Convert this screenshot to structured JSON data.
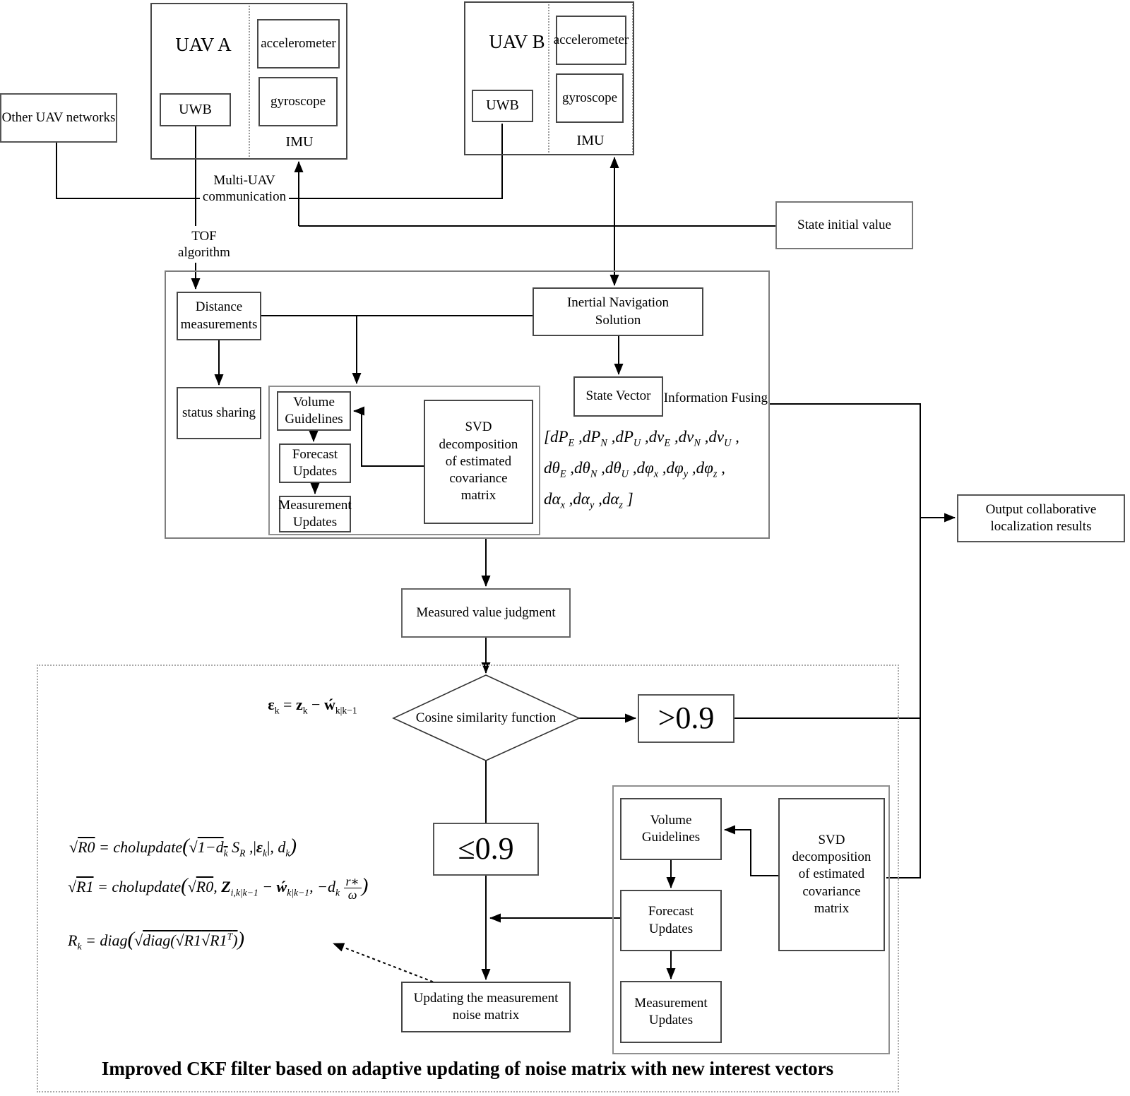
{
  "top": {
    "other_networks": "Other UAV networks",
    "uav_a": {
      "title": "UAV A",
      "uwb": "UWB",
      "imu": {
        "label": "IMU",
        "accelerometer": "accelerometer",
        "gyroscope": "gyroscope"
      }
    },
    "uav_b": {
      "title": "UAV B",
      "uwb": "UWB",
      "imu": {
        "label": "IMU",
        "accelerometer": "accelerometer",
        "gyroscope": "gyroscope"
      }
    },
    "state_initial": "State initial value",
    "multi_uav_comm": "Multi-UAV\ncommunication",
    "tof": "TOF\nalgorithm"
  },
  "mid": {
    "distance": "Distance\nmeasurements",
    "status_sharing": "status sharing",
    "ins": "Inertial Navigation\nSolution",
    "state_vector": "State Vector",
    "information_fusing": "Information Fusing",
    "filter_group": {
      "volume": "Volume\nGuidelines",
      "forecast": "Forecast\nUpdates",
      "measurement": "Measurement\nUpdates",
      "svd": "SVD\ndecomposition\nof estimated\ncovariance\nmatrix"
    },
    "state_vector_formula": {
      "line1_html": "[<i>dP</i><sub>E</sub> ,<i>dP</i><sub>N</sub> ,<i>dP</i><sub>U</sub> ,<i>dv</i><sub>E</sub> ,<i>dv</i><sub>N</sub> ,<i>dv</i><sub>U</sub> ,",
      "line2_html": "<i>d&#952;</i><sub>E</sub> ,<i>d&#952;</i><sub>N</sub> ,<i>d&#952;</i><sub>U</sub> ,<i>d&#966;</i><sub>x</sub> ,<i>d&#966;</i><sub>y</sub> ,<i>d&#966;</i><sub>z</sub> ,",
      "line3_html": "<i>d&#945;</i><sub>x</sub> ,<i>d&#945;</i><sub>y</sub> ,<i>d&#945;</i><sub>z</sub> ]"
    }
  },
  "output_box": "Output collaborative\nlocalization results",
  "judgment": "Measured value judgment",
  "decision": {
    "condition": "Cosine similarity function",
    "gt": ">0.9",
    "le": "≤0.9",
    "epsilon_html": "<b>&#949;</b><sub>k</sub> = <b>z</b><sub>k</sub> &#8722; <b>&#7811;</b><sub>k|k&#8722;1</sub>"
  },
  "ckf": {
    "formulas": {
      "r0_html": "&#8730;<span class='ov'>R0</span> = cholupdate<span style='font-size:1.3em'>(</span>&#8730;<span class='ov'>1&#8722;d<sub>k</sub></span> S<sub>R</sub> ,<span style='font-style:normal'>|</span><b>&#949;</b><sub>k</sub><span style='font-style:normal'>|</span>, d<sub>k</sub><span style='font-size:1.3em'>)</span>",
      "r1_html": "&#8730;<span class='ov'>R1</span> = cholupdate<span style='font-size:1.3em'>(</span>&#8730;<span class='ov'>R0</span>, <b>Z</b><sub>i,k|k&#8722;1</sub> &#8722; <b>&#7811;</b><sub>k|k&#8722;1</sub>, &#8722;d<sub>k</sub> <span class='frac'><span class='num'>r&#8727;</span><span class='den'>&#969;</span></span><span style='font-size:1.3em'>)</span>",
      "rk_html": "R<sub>k</sub> = diag<span style='font-size:1.3em'>(</span>&#8730;<span class='ov'>diag(&#8730;<span class='ov'>R1</span>&#8730;<span class='ov'>R1</span><sup>T</sup>)</span><span style='font-size:1.3em'>)</span>"
    },
    "updating_box": "Updating the measurement\nnoise matrix",
    "group": {
      "volume": "Volume\nGuidelines",
      "forecast": "Forecast\nUpdates",
      "measurement": "Measurement\nUpdates",
      "svd": "SVD\ndecomposition\nof estimated\ncovariance\nmatrix"
    },
    "title": "Improved CKF filter based on adaptive updating of noise matrix with new interest vectors"
  }
}
